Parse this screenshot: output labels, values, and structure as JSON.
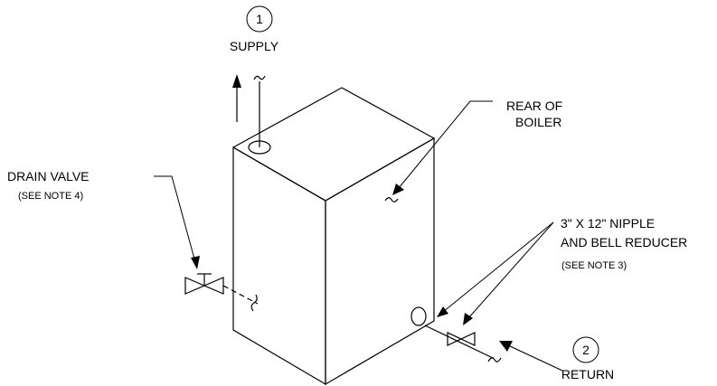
{
  "labels": {
    "supply": "SUPPLY",
    "supply_number": "1",
    "return": "RETURN",
    "return_number": "2",
    "rear_line1": "REAR OF",
    "rear_line2": "BOILER",
    "drain_line1": "DRAIN VALVE",
    "drain_note": "(SEE NOTE 4)",
    "nipple_line1": "3\" X 12\" NIPPLE",
    "nipple_line2": "AND BELL REDUCER",
    "nipple_note": "(SEE NOTE 3)"
  }
}
